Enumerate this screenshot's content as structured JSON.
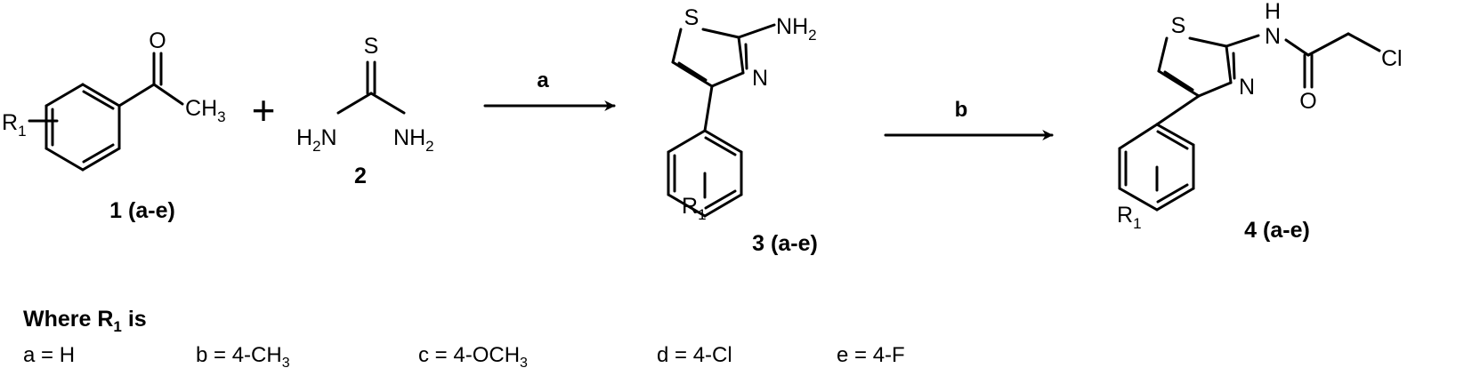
{
  "compounds": {
    "c1": "1 (a-e)",
    "c2": "2",
    "c3": "3 (a-e)",
    "c4": "4 (a-e)"
  },
  "reagents": {
    "a": "a",
    "b": "b"
  },
  "plus": "+",
  "atoms": {
    "O": "O",
    "S": "S",
    "N": "N",
    "H": "H",
    "Cl": "Cl",
    "C": "C",
    "R": "R",
    "sub1": "1",
    "sub2": "2",
    "sub3": "3"
  },
  "legend": {
    "title_text": "Where R",
    "title_sub": "1",
    "title_tail": " is",
    "items": [
      {
        "text": "a = H",
        "sub": "",
        "tail": ""
      },
      {
        "text": "b = 4-CH",
        "sub": "3",
        "tail": ""
      },
      {
        "text": "c = 4-OCH",
        "sub": "3",
        "tail": ""
      },
      {
        "text": "d = 4-Cl",
        "sub": "",
        "tail": ""
      },
      {
        "text": "e = 4-F",
        "sub": "",
        "tail": ""
      }
    ]
  }
}
